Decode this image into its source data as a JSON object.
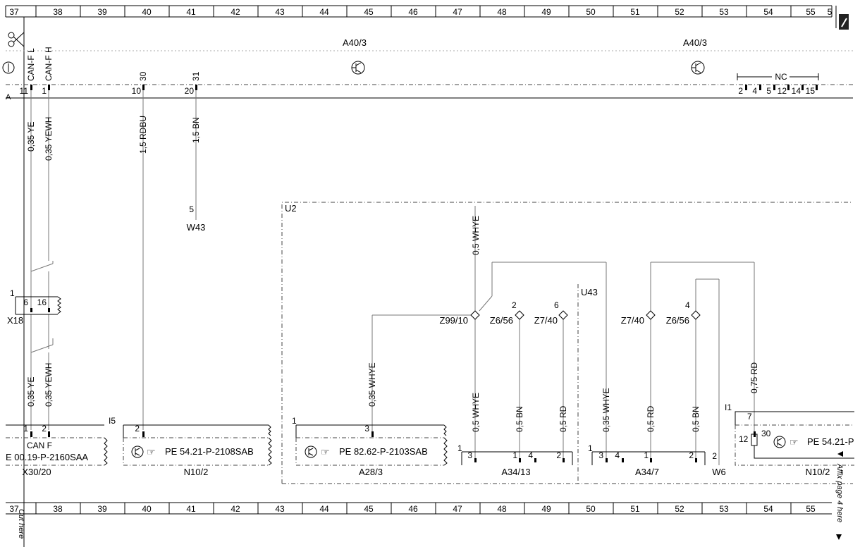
{
  "grid": [
    "37",
    "38",
    "39",
    "40",
    "41",
    "42",
    "43",
    "44",
    "45",
    "46",
    "47",
    "48",
    "49",
    "50",
    "51",
    "52",
    "53",
    "54",
    "55",
    "5"
  ],
  "grid_bottom": [
    "37",
    "38",
    "39",
    "40",
    "41",
    "42",
    "43",
    "44",
    "45",
    "46",
    "47",
    "48",
    "49",
    "50",
    "51",
    "52",
    "53",
    "54",
    "55"
  ],
  "header": {
    "a40_left": "A40/3",
    "a40_right": "A40/3",
    "can_l": "CAN-F L",
    "can_h": "CAN-F H",
    "sig30": "30",
    "sig31": "31",
    "nc": "NC",
    "pin11": "11",
    "pin1": "1",
    "pin10": "10",
    "pin20": "20",
    "nc_pins": [
      "2",
      "4",
      "5",
      "12",
      "14",
      "15"
    ],
    "side_a": "A"
  },
  "wires": {
    "ye_top": "0,35 YE",
    "yewh_top": "0,35 YEWH",
    "rdbu": "1,5 RDBU",
    "bn15": "1,5 BN",
    "w43_pin": "5",
    "w43": "W43",
    "ye_bot": "0,35 YE",
    "yewh_bot": "0,35 YEWH",
    "whye_top": "0,5 WHYE",
    "whye_035_left": "0,35 WHYE",
    "whye_05": "0,5 WHYE",
    "bn_05_a": "0,5 BN",
    "rd_05_a": "0,5 RD",
    "whye_035_right": "0,35 WHYE",
    "rd_05_b": "0,5 RD",
    "bn_05_b": "0,5 BN",
    "rd_075": "0,75 RD"
  },
  "x18": {
    "label": "X18",
    "pin_side": "1",
    "pin6": "6",
    "pin16": "16"
  },
  "u2": "U2",
  "u43": "U43",
  "splices": {
    "z99_10": "Z99/10",
    "z6_56_a": "Z6/56",
    "z7_40_a": "Z7/40",
    "z7_40_b": "Z7/40",
    "z6_56_b": "Z6/56",
    "num2": "2",
    "num6": "6",
    "num4": "4"
  },
  "modules": {
    "x30": {
      "pin1": "1",
      "pin2": "2",
      "can": "CAN F",
      "ref": "E 00.19-P-2160SAA",
      "name": "X30/20"
    },
    "i5": "I5",
    "n10_left": {
      "pin": "2",
      "ref": "PE 54.21-P-2108SAB",
      "name": "N10/2"
    },
    "a28": {
      "pin_side": "1",
      "pin": "3",
      "ref": "PE 82.62-P-2103SAB",
      "name": "A28/3"
    },
    "a34_13": {
      "pin_side": "1",
      "pins": [
        "3",
        "1",
        "4",
        "2"
      ],
      "name": "A34/13"
    },
    "a34_7": {
      "pin_side": "1",
      "pins": [
        "3",
        "4",
        "1",
        "2"
      ],
      "name": "A34/7"
    },
    "w6": {
      "pin": "2",
      "name": "W6"
    },
    "i1": "I1",
    "n10_right": {
      "pin7": "7",
      "pin12": "12",
      "pin30": "30",
      "ref": "PE 54.21-P",
      "name": "N10/2"
    }
  },
  "margin": {
    "cut_here": "Cut here",
    "affix_page": "Affix page 4 here"
  },
  "colors": {
    "line": "#000000",
    "frame": "#444444",
    "background": "#ffffff"
  }
}
